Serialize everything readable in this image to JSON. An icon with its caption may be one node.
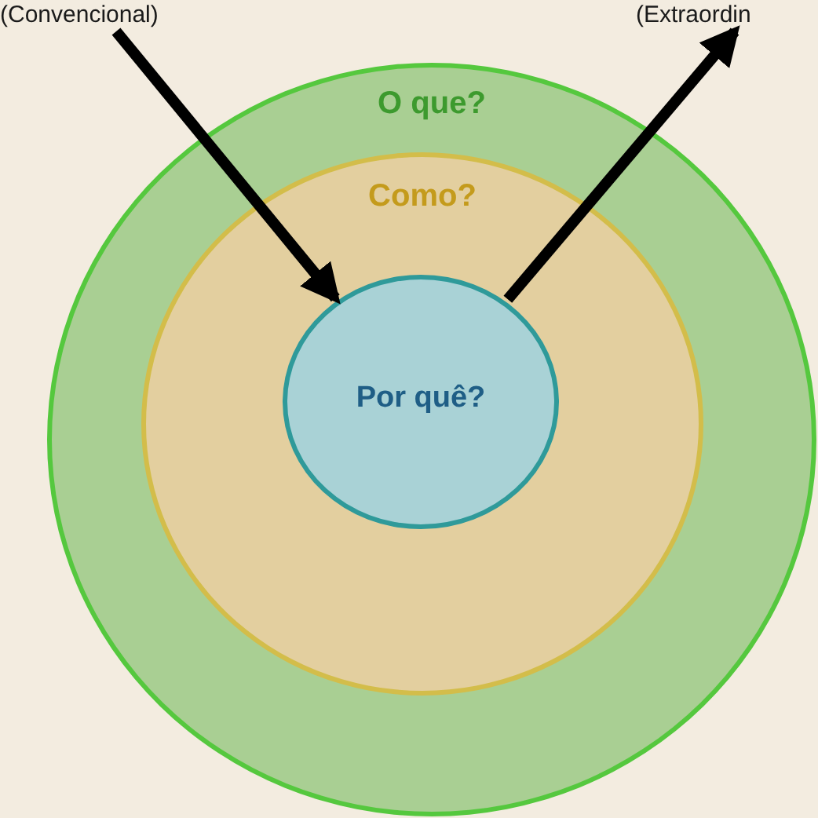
{
  "diagram": {
    "nodes": [
      {
        "text": [
          "(Convencional)"
        ]
      },
      {
        "text": [
          "(Extraordin"
        ]
      },
      {
        "text": [
          "O que?"
        ]
      },
      {
        "text": [
          "Como?"
        ],
        "in": 2
      },
      {
        "text": [
          "Por quê?"
        ],
        "in": 3
      }
    ],
    "edges": [
      {
        "from": 0,
        "to": 4,
        "arrow": "to"
      },
      {
        "from": 4,
        "to": 1,
        "arrow": "to"
      }
    ]
  }
}
